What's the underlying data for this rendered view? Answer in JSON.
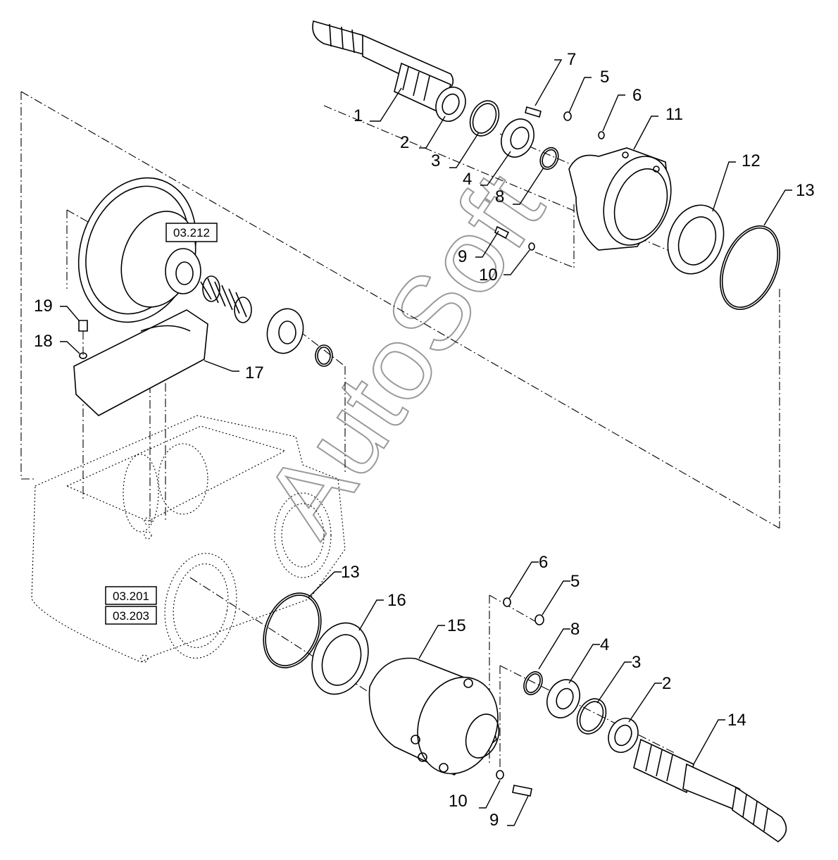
{
  "watermark": "AutoSoft",
  "references": [
    "03.212",
    "03.201",
    "03.203"
  ],
  "callouts": {
    "c1": "1",
    "c2": "2",
    "c3": "3",
    "c4": "4",
    "c5": "5",
    "c6": "6",
    "c7": "7",
    "c8": "8",
    "c9": "9",
    "c10": "10",
    "c11": "11",
    "c12": "12",
    "c13": "13",
    "c19": "19",
    "c18": "18",
    "c17": "17",
    "b13": "13",
    "b16": "16",
    "b15": "15",
    "b6": "6",
    "b5": "5",
    "b8": "8",
    "b4": "4",
    "b3": "3",
    "b2": "2",
    "b14": "14",
    "b10": "10",
    "b9": "9"
  }
}
